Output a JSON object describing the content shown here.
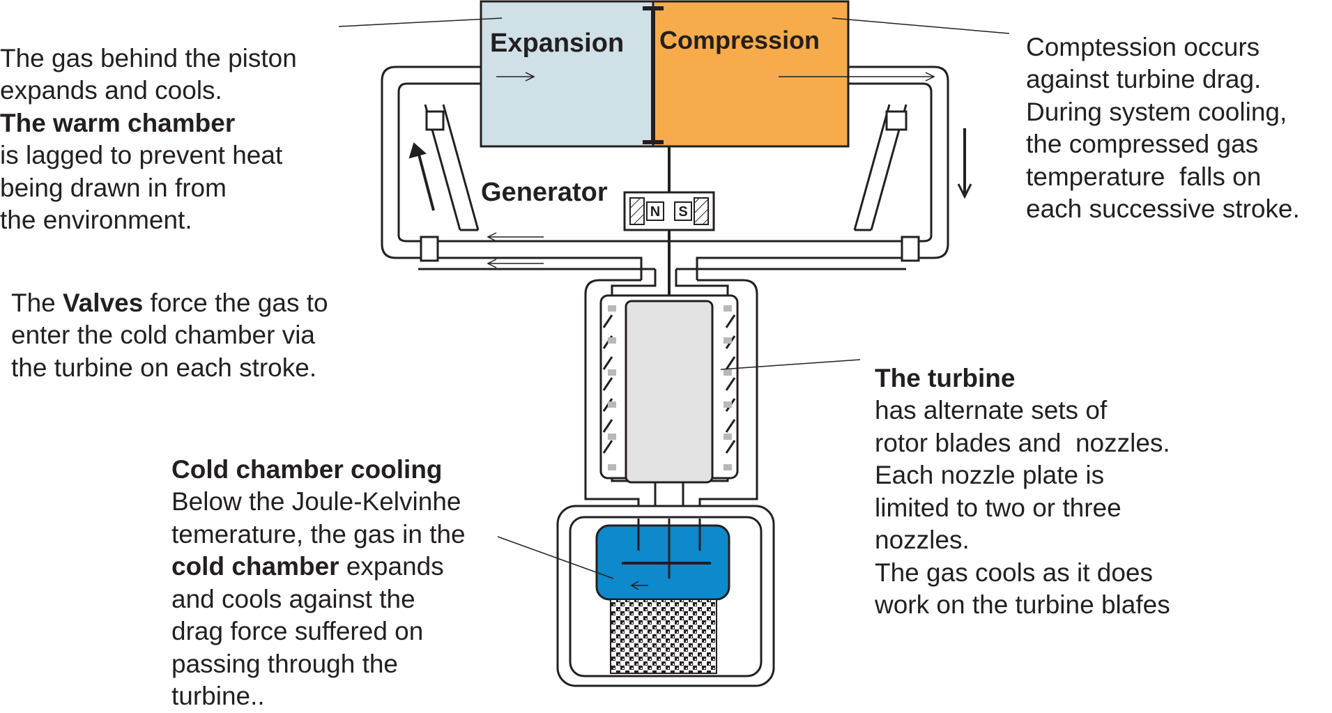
{
  "chamber_labels": {
    "expansion": "Expansion",
    "compression": "Compression",
    "generator": "Generator",
    "magnet_n": "N",
    "magnet_s": "S"
  },
  "notes": {
    "warm": {
      "line1": "The gas behind the piston",
      "line2": "expands and cools.",
      "line3_bold": "The warm chamber",
      "line4": "is lagged to prevent heat",
      "line5": "being drawn in from",
      "line6": "the environment."
    },
    "compression": {
      "line1": "Comptession occurs",
      "line2": "against turbine drag.",
      "line3": "During system cooling,",
      "line4": "the compressed gas",
      "line5": "temperature  falls on",
      "line6": "each successive stroke."
    },
    "valves": {
      "l1_pre": "The ",
      "l1_bold": "Valves",
      "l1_post": " force the gas to",
      "line2": "enter the cold chamber via",
      "line3": "the turbine on each stroke."
    },
    "turbine": {
      "title": "The turbine",
      "line1": "has alternate sets of",
      "line2": "rotor blades and  nozzles.",
      "line3": "Each nozzle plate is",
      "line4": "limited to two or three",
      "line5": "nozzles.",
      "line6": "The gas cools as it does",
      "line7": "work on the turbine blafes"
    },
    "cold": {
      "title": "Cold chamber cooling",
      "line1": "Below the Joule-Kelvinhe",
      "line2": "temerature, the gas in the",
      "l3_bold": "cold chamber",
      "l3_post": " expands",
      "line4": "and cools against the",
      "line5": "drag force suffered on",
      "line6": "passing through the",
      "line7": "turbine.."
    }
  },
  "colors": {
    "expansion_fill": "#cfe0e7",
    "compression_fill": "#f7ab4a",
    "cold_chamber_fill": "#0d89cc",
    "turbine_core_fill": "#e3e3e3",
    "outline": "#231f20"
  }
}
